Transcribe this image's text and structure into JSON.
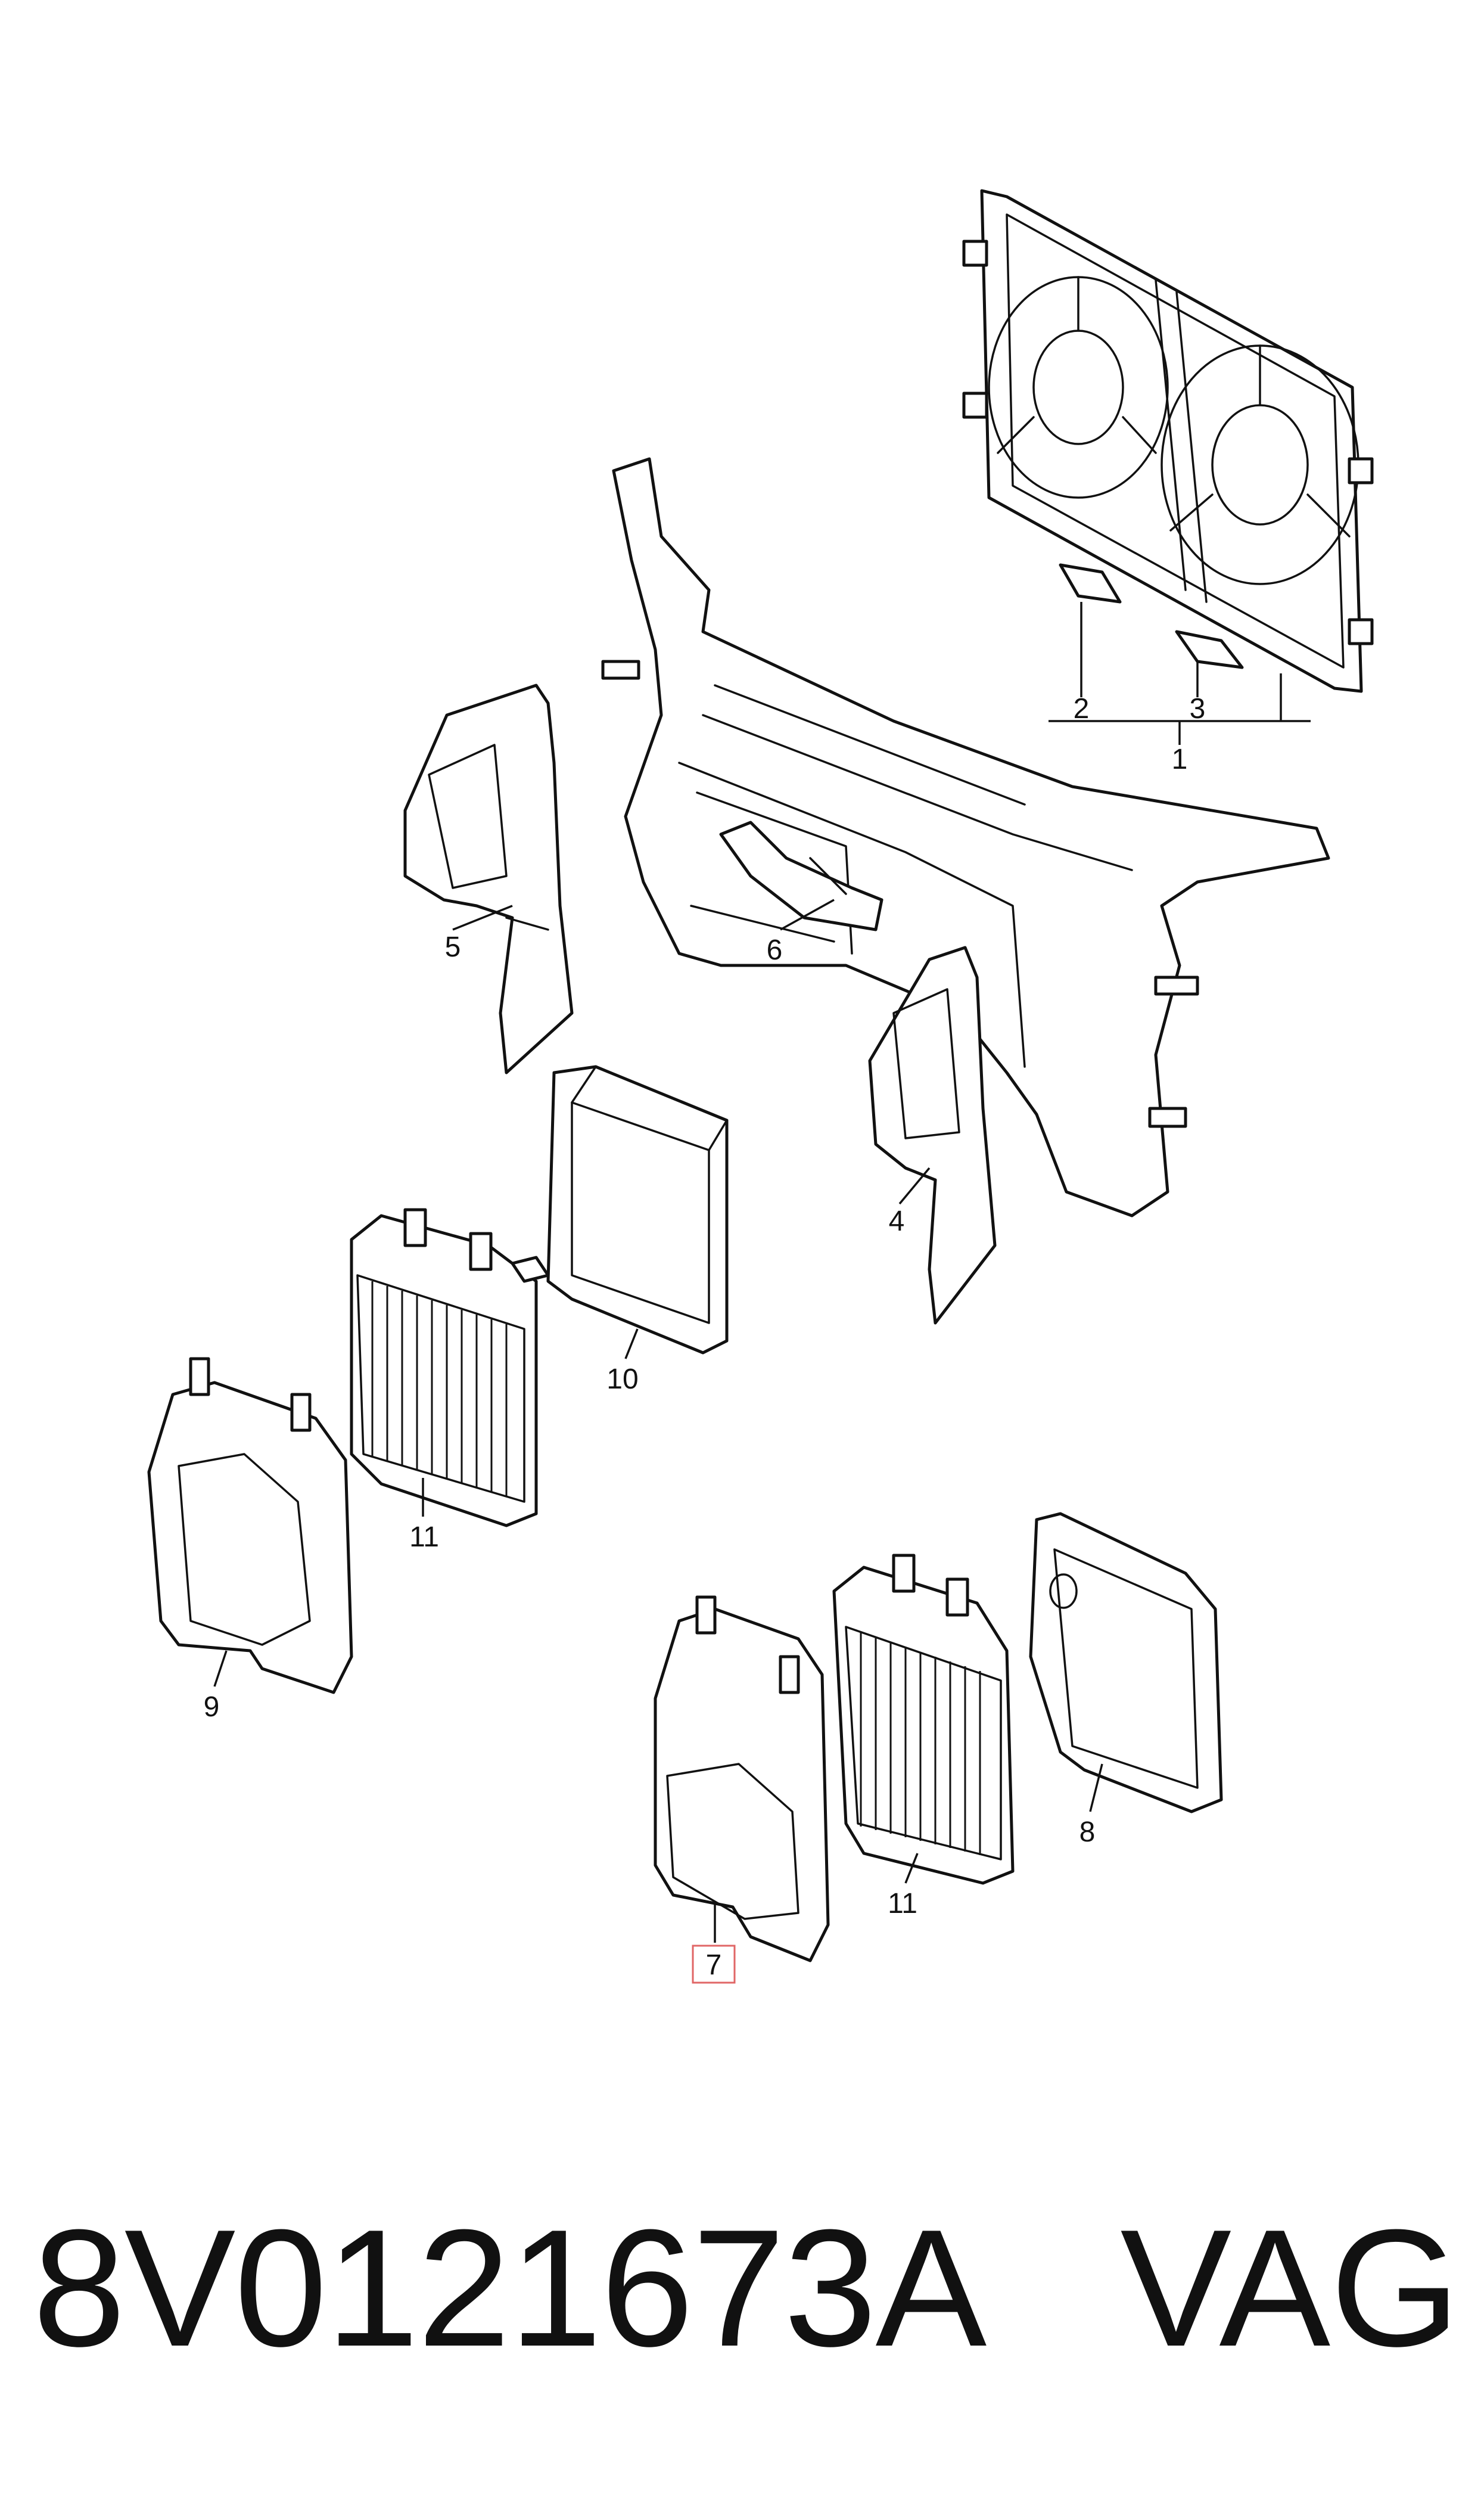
{
  "diagram": {
    "callouts": {
      "c1": "1",
      "c2": "2",
      "c3": "3",
      "c4": "4",
      "c5": "5",
      "c6": "6",
      "c7": "7",
      "c8": "8",
      "c9": "9",
      "c10": "10",
      "c11a": "11",
      "c11b": "11"
    },
    "highlighted_callout": "7",
    "highlight_color": "#e06666"
  },
  "footer": {
    "part_number": "8V0121673A",
    "brand": "VAG"
  }
}
